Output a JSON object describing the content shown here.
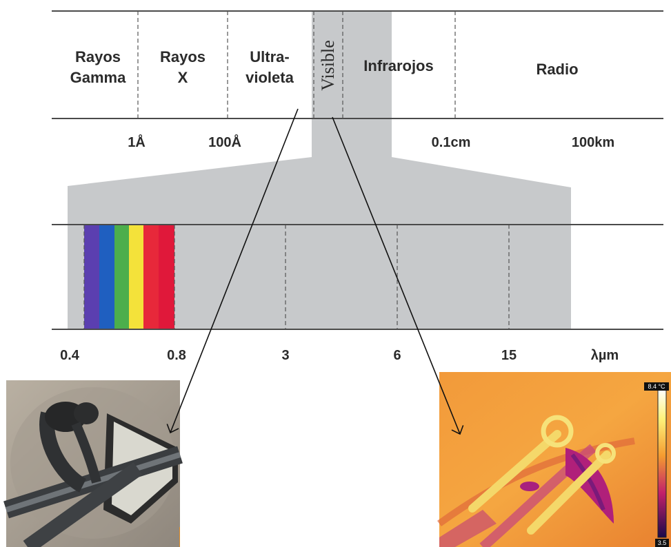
{
  "bands": [
    {
      "line1": "Rayos",
      "line2": "Gamma"
    },
    {
      "line1": "Rayos",
      "line2": "X"
    },
    {
      "line1": "Ultra-",
      "line2": "violeta"
    },
    {
      "line1": "Visible",
      "line2": ""
    },
    {
      "line1": "Infrarojos",
      "line2": ""
    },
    {
      "line1": "Radio",
      "line2": ""
    }
  ],
  "top_scale_ticks": [
    "1Å",
    "100Å",
    "0.1cm",
    "100km"
  ],
  "bottom_scale_ticks": [
    "0.4",
    "0.8",
    "3",
    "6",
    "15",
    "λµm"
  ],
  "spectrum_colors": [
    "#5b3fb0",
    "#1f5fc0",
    "#4cae4c",
    "#f4e23a",
    "#e7283a",
    "#e0183a"
  ],
  "thermal_scale": {
    "top_label": "8.4 °C",
    "bottom_label": "3.5"
  },
  "photos": {
    "left": "visible-light-photo",
    "right": "infrared-thermal-photo"
  }
}
